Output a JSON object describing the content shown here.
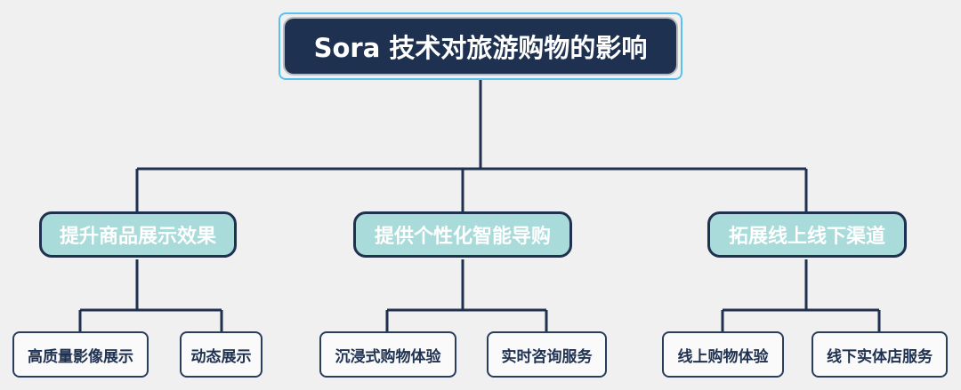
{
  "root": {
    "title": "Sora 技术对旅游购物的影响"
  },
  "branches": [
    {
      "label": "提升商品展示效果",
      "children": [
        "高质量影像展示",
        "动态展示"
      ]
    },
    {
      "label": "提供个性化智能导购",
      "children": [
        "沉浸式购物体验",
        "实时咨询服务"
      ]
    },
    {
      "label": "拓展线上线下渠道",
      "children": [
        "线上购物体验",
        "线下实体店服务"
      ]
    }
  ],
  "colors": {
    "root": "#1f3150",
    "branch": "#a8dbd9",
    "line": "#1f3150",
    "highlight": "#5bc0f0"
  }
}
